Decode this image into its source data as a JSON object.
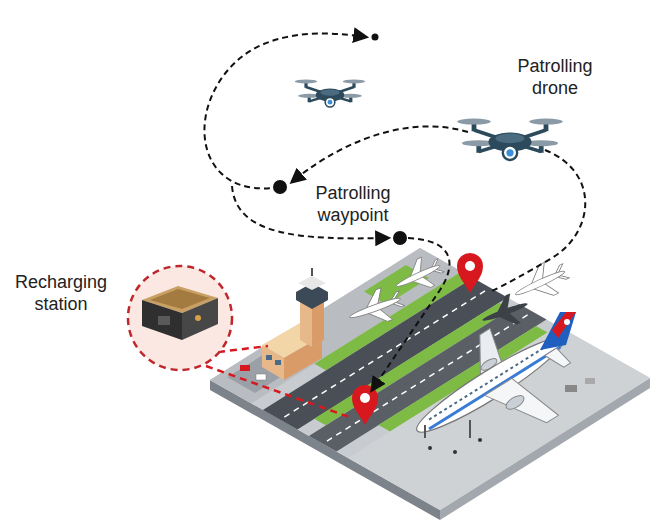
{
  "diagram": {
    "labels": [
      "Patrolling drone",
      "Patrolling waypoint",
      "Recharging station"
    ]
  }
}
